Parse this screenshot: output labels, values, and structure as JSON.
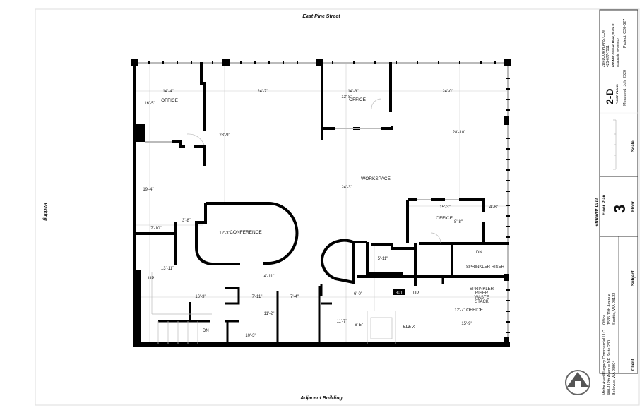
{
  "streets": {
    "top": "East Pine Street",
    "bottom": "Adjacent Building",
    "left": "Parking",
    "right": "11th Avenue"
  },
  "rooms": {
    "office_nw": "OFFICE",
    "office_n": "OFFICE",
    "workspace": "WORKSPACE",
    "conference": "CONFERENCE",
    "office_e": "OFFICE",
    "office_se": "OFFICE",
    "elevator": "ELEV.",
    "unit_number": "301",
    "sprinkler_riser": "SPRINKLER RISER",
    "sprinkler_riser_waste_1": "SPRINKLER",
    "sprinkler_riser_waste_2": "RISER",
    "sprinkler_riser_waste_3": "WASTE",
    "sprinkler_riser_waste_4": "STACK",
    "up_1": "UP",
    "up_2": "UP",
    "dn_1": "DN",
    "dn_2": "DN"
  },
  "dimensions": [
    "14'-4\"",
    "16'-5\"",
    "24'-7\"",
    "28'-9\"",
    "19'-4\"",
    "14'-3\"",
    "13'-8\"",
    "24'-0\"",
    "28'-10\"",
    "24'-3\"",
    "7'-10\"",
    "3'-8\"",
    "12'-3\"",
    "13'-11\"",
    "4'-11\"",
    "16'-3\"",
    "7'-11\"",
    "7'-4\"",
    "11'-2\"",
    "10'-3\"",
    "15'-3\"",
    "4'-8\"",
    "8'-8\"",
    "5'-11\"",
    "6'-0\"",
    "11'-7\"",
    "6'-5\"",
    "12'-7\"",
    "15'-9\""
  ],
  "title_block": {
    "company_url": "2DFLOORPLANS.COM",
    "phone": "425-677-7511",
    "address_1": "600 NW Gilman Blvd, Suite E",
    "address_2": "Issaquah, WA 98027",
    "logo_text": "2-D",
    "logo_subtext": "FLOOR PLANS",
    "measured": "Measured: July 2020",
    "project": "Project: C20-627",
    "scale_label": "Scale",
    "floor_plan_label": "Floor Plan",
    "floor_number": "3",
    "floor_label": "Floor",
    "subject_line_1": "Office",
    "subject_line_2": "1535 11th Avenue",
    "subject_line_3": "Seattle, WA 98122",
    "subject_label": "Subject",
    "client_line_1": "Misha Averill/Legacy Commercial LLC",
    "client_line_2": "400-112th Avenue NE Suite 230",
    "client_line_3": "Bellevue, WA 98004",
    "client_label": "Client"
  }
}
